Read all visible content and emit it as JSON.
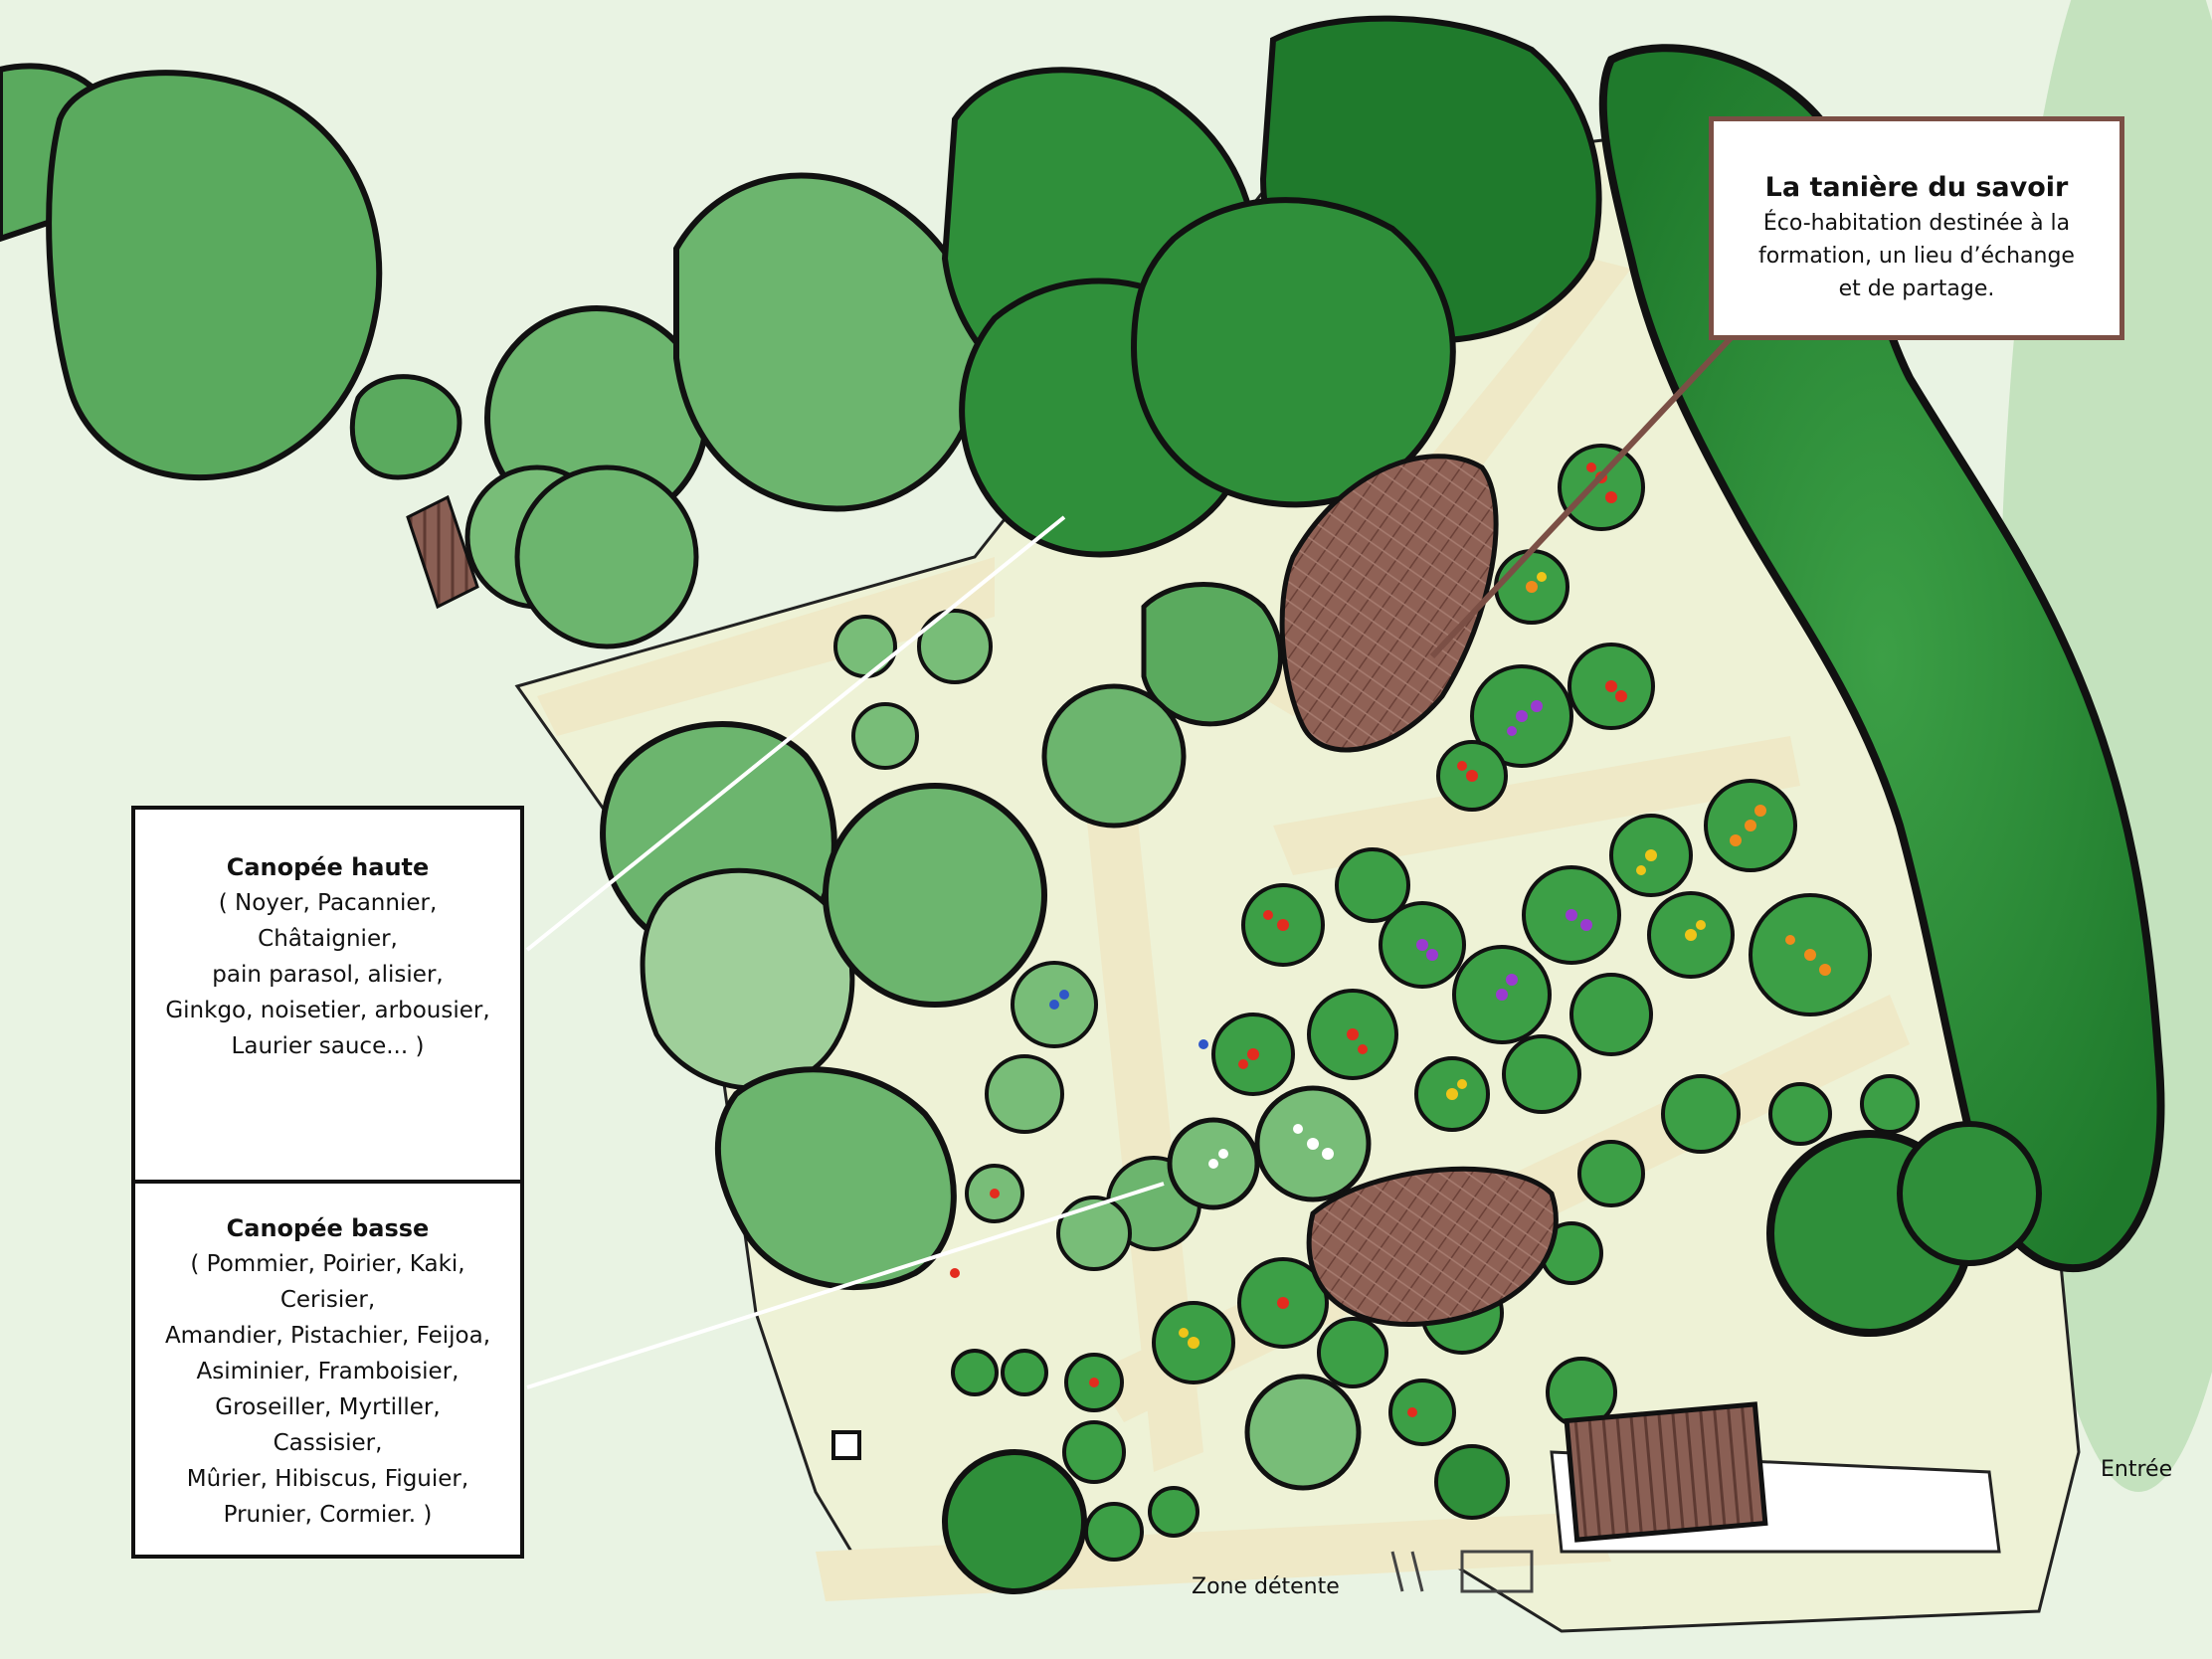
{
  "legend": {
    "high_canopy": {
      "title": "Canopée haute",
      "lines": [
        "( Noyer, Pacannier,",
        "Châtaignier,",
        "pain parasol, alisier,",
        "Ginkgo, noisetier, arbousier,",
        "Laurier sauce... )"
      ]
    },
    "low_canopy": {
      "title": "Canopée basse",
      "lines": [
        "( Pommier, Poirier, Kaki,",
        "Cerisier,",
        "Amandier, Pistachier, Feijoa,",
        "Asiminier, Framboisier,",
        "Groseiller, Myrtiller,",
        "Cassisier,",
        "Mûrier, Hibiscus, Figuier,",
        "Prunier, Cormier. )"
      ]
    }
  },
  "info_box": {
    "title": "La tanière du savoir",
    "lines": [
      "Éco-habitation destinée à la",
      "formation, un lieu d’échange",
      "et de partage."
    ]
  },
  "map_labels": {
    "entrance": "Entrée",
    "relax_zone": "Zone détente"
  },
  "colors": {
    "background": "#e9f3e3",
    "path": "#efe9c7",
    "canopy_light": "#8fcc8e",
    "canopy_mid": "#5aaa5e",
    "canopy_dark": "#2f8f3a",
    "canopy_darkest": "#1f7a2c",
    "hedge": "#2a8a36",
    "roof": "#8a5a4e",
    "info_border": "#7b4f45",
    "fruit_red": "#e32b1e",
    "fruit_yellow": "#f0c419",
    "fruit_orange": "#f08a1c",
    "fruit_purple": "#9a3ad0",
    "fruit_blue": "#2f56c8"
  }
}
